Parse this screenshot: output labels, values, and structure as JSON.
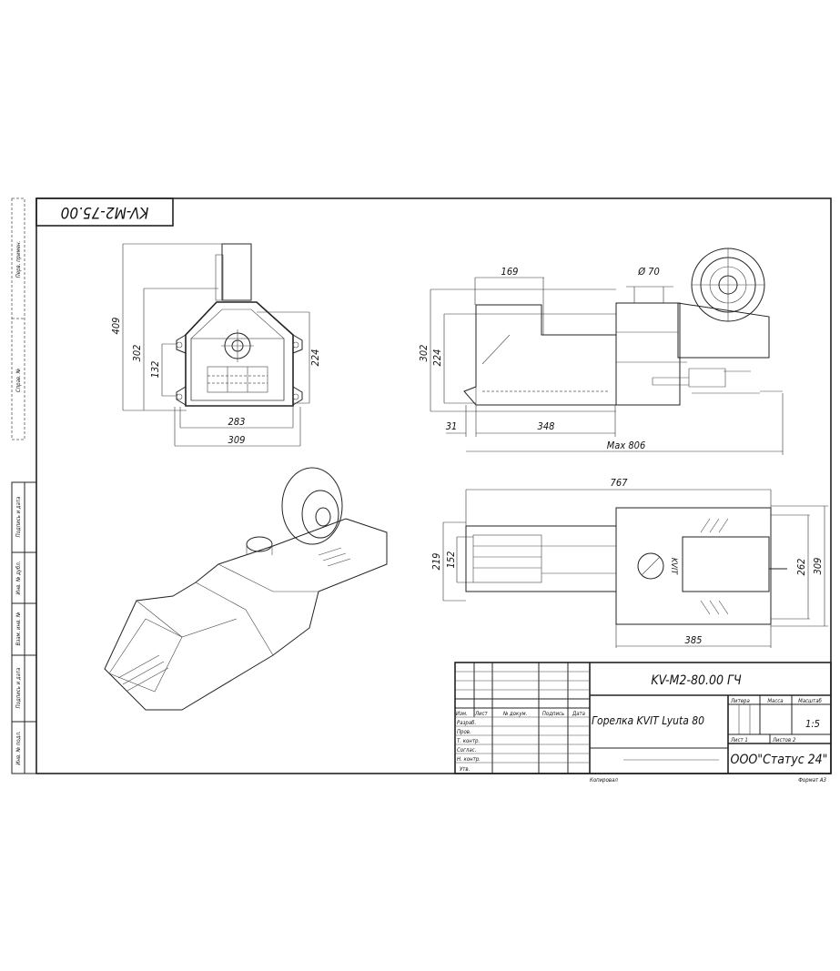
{
  "stamp_code": "KV-M2-75.00",
  "left_margin": {
    "top_labels": [
      "Перв. примен.",
      "Справ. №"
    ],
    "bottom_labels": [
      "Подпись и дата",
      "Инв. № дубл.",
      "Взам. инв. №",
      "Подпись и дата",
      "Инв. № подл."
    ]
  },
  "front_view": {
    "dims": [
      "409",
      "302",
      "132",
      "224",
      "283",
      "309"
    ]
  },
  "side_view": {
    "dims": [
      "169",
      "Ø 70",
      "302",
      "224",
      "31",
      "348",
      "Max 806"
    ]
  },
  "top_view": {
    "dims": [
      "767",
      "219",
      "152",
      "262",
      "309",
      "385"
    ],
    "logo": "KVIT"
  },
  "title_block": {
    "designation": "KV-M2-80.00 ГЧ",
    "name": "Горелка KVIT Lyuta 80",
    "company": "ООО\"Статус 24\"",
    "headers": [
      "Изм.",
      "Лист",
      "№ докум.",
      "Подпись",
      "Дата"
    ],
    "roles": [
      "Разраб.",
      "Пров.",
      "Т. контр.",
      "Соглас.",
      "Н. контр.",
      "Утв."
    ],
    "litera_label": "Литера",
    "mass_label": "Масса",
    "scale_label": "Масштаб",
    "scale_value": "1:5",
    "sheet_label": "Лист 1",
    "sheets_label": "Листов 2",
    "copied": "Копировал",
    "format": "Формат А3"
  }
}
